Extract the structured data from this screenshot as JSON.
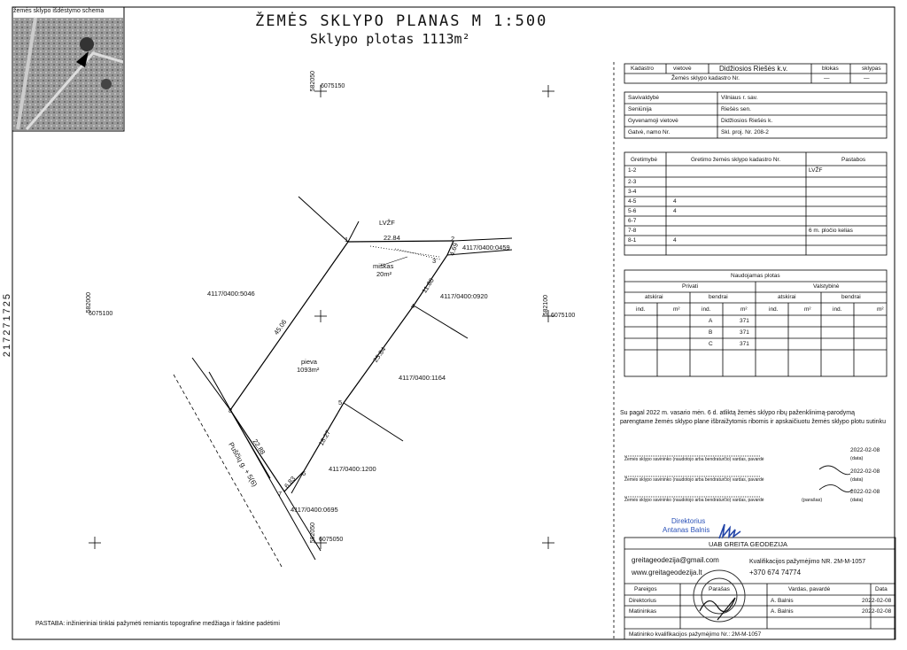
{
  "title": {
    "line1": "ŽEMĖS  SKLYPO  PLANAS  M 1:500",
    "line2": "Sklypo  plotas  1113m²"
  },
  "inset": {
    "label": "žemės sklypo išdėstymo schema"
  },
  "coords": {
    "top": "6075150",
    "top_v": "582050",
    "left": "6075100",
    "left_v": "582000",
    "right": "6075100",
    "right_v": "582100",
    "bottom": "6075050",
    "bottom_v": "582050"
  },
  "side_code": "217271725",
  "plot": {
    "points": [
      "1",
      "2",
      "3",
      "4",
      "5",
      "6",
      "7",
      "8"
    ],
    "distances": [
      "22.84",
      "4.69",
      "11.86",
      "25.84",
      "18.27",
      "6.83",
      "22.88",
      "45.06"
    ],
    "neighbors": [
      "LVŽF",
      "4117/0400:0459",
      "4117/0400:0920",
      "4117/0400:1164",
      "4117/0400:1200",
      "4117/0400:0695",
      "4117/0400:5046"
    ],
    "forest_label": "miškas",
    "forest_area": "20m²",
    "meadow_label": "pieva",
    "meadow_area": "1093m²",
    "road_label": "Puščių  g.   + 5(6)"
  },
  "note": "PASTABA: inžinieriniai tinklai pažymėti remiantis topografine medžiaga ir faktine padėtimi",
  "header_table": {
    "row1": [
      "Kadastro",
      "vietovė",
      "Didžiosios Riešės k.v.",
      "blokas",
      "sklypas"
    ],
    "row2": "Žemės sklypo kadastro Nr.",
    "row2_vals": [
      "—",
      "—"
    ]
  },
  "admin": [
    {
      "k": "Savivaldybė",
      "v": "Vilniaus r. sav."
    },
    {
      "k": "Seniūnija",
      "v": "Riešės sen."
    },
    {
      "k": "Gyvenamoji vietovė",
      "v": "Didžiosios Riešės k."
    },
    {
      "k": "Gatvė, namo Nr.",
      "v": "Skl. proj. Nr. 208-2"
    }
  ],
  "neighbors_table": {
    "headers": [
      "Gretimybė",
      "Gretimo žemės sklypo kadastro Nr.",
      "Pastabos"
    ],
    "rows": [
      {
        "g": "1-2",
        "n": "",
        "p": "LVŽF"
      },
      {
        "g": "2-3",
        "n": "",
        "p": ""
      },
      {
        "g": "3-4",
        "n": "",
        "p": ""
      },
      {
        "g": "4-5",
        "n": "4",
        "p": ""
      },
      {
        "g": "5-6",
        "n": "4",
        "p": ""
      },
      {
        "g": "6-7",
        "n": "",
        "p": ""
      },
      {
        "g": "7-8",
        "n": "",
        "p": "6 m. pločio kelias"
      },
      {
        "g": "8-1",
        "n": "4",
        "p": ""
      }
    ]
  },
  "usage_table": {
    "title": "Naudojamas plotas",
    "groups": [
      "Privati",
      "Valstybinė"
    ],
    "subgroups": [
      "atskirai",
      "bendrai",
      "atskirai",
      "bendrai"
    ],
    "cols": [
      "ind.",
      "m²",
      "ind.",
      "m²",
      "ind.",
      "m²",
      "ind.",
      "m²"
    ],
    "rows": [
      [
        "A",
        "371"
      ],
      [
        "B",
        "371"
      ],
      [
        "C",
        "371"
      ]
    ]
  },
  "agreement": {
    "text1": "Su pagal 2022 m. vasario mėn. 6 d. atliktą žemės sklypo ribų paženklinimą-parodymą",
    "text2": "parengtame žemės sklypo plane išbraižytomis ribomis ir apskaičiuotu žemės sklypo plotu sutinku",
    "sig_label": "Žemės sklypo savininko (naudotojo arba bendraturčio) vardas, pavardė",
    "parasas": "(parašas)",
    "data": "(data)",
    "dates": [
      "2022-02-08",
      "2022-02-08",
      "2022-02-08"
    ]
  },
  "stamp": {
    "role": "Direktorius",
    "name": "Antanas Balnis"
  },
  "company": {
    "name": "UAB GREITA GEODEZIJA",
    "email": "greitageodezija@gmail.com",
    "web": "www.greitageodezija.lt",
    "cert": "Kvalifikacijos pažymėjimo NR. 2M-M-1057",
    "phone": "+370  674  74774"
  },
  "signoff": {
    "headers": [
      "Pareigos",
      "Parašas",
      "Vardas, pavardė",
      "Data"
    ],
    "rows": [
      {
        "role": "Direktorius",
        "name": "A. Balnis",
        "date": "2022-02-08"
      },
      {
        "role": "Matininkas",
        "name": "A. Balnis",
        "date": "2022-02-08"
      }
    ],
    "footer": "Matininko kvalifikacijos pažymėjimo Nr.:  2M-M-1057"
  }
}
